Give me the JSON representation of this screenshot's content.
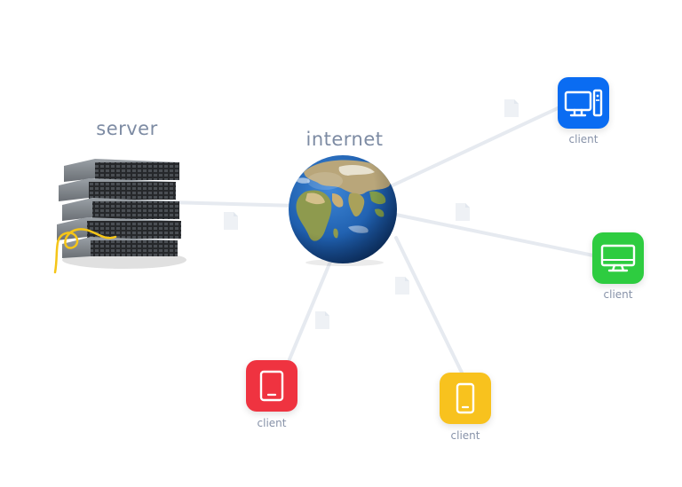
{
  "labels": {
    "server": "server",
    "internet": "internet"
  },
  "clients": [
    {
      "label": "client",
      "device": "desktop-computer-icon",
      "color": "#0a6cf2"
    },
    {
      "label": "client",
      "device": "monitor-icon",
      "color": "#2ecc40"
    },
    {
      "label": "client",
      "device": "smartphone-icon",
      "color": "#f8c21e"
    },
    {
      "label": "client",
      "device": "tablet-icon",
      "color": "#ef3340"
    }
  ],
  "colors": {
    "link": "#e6eaf0",
    "label": "#7d8ba3",
    "document": "#eef1f5"
  }
}
